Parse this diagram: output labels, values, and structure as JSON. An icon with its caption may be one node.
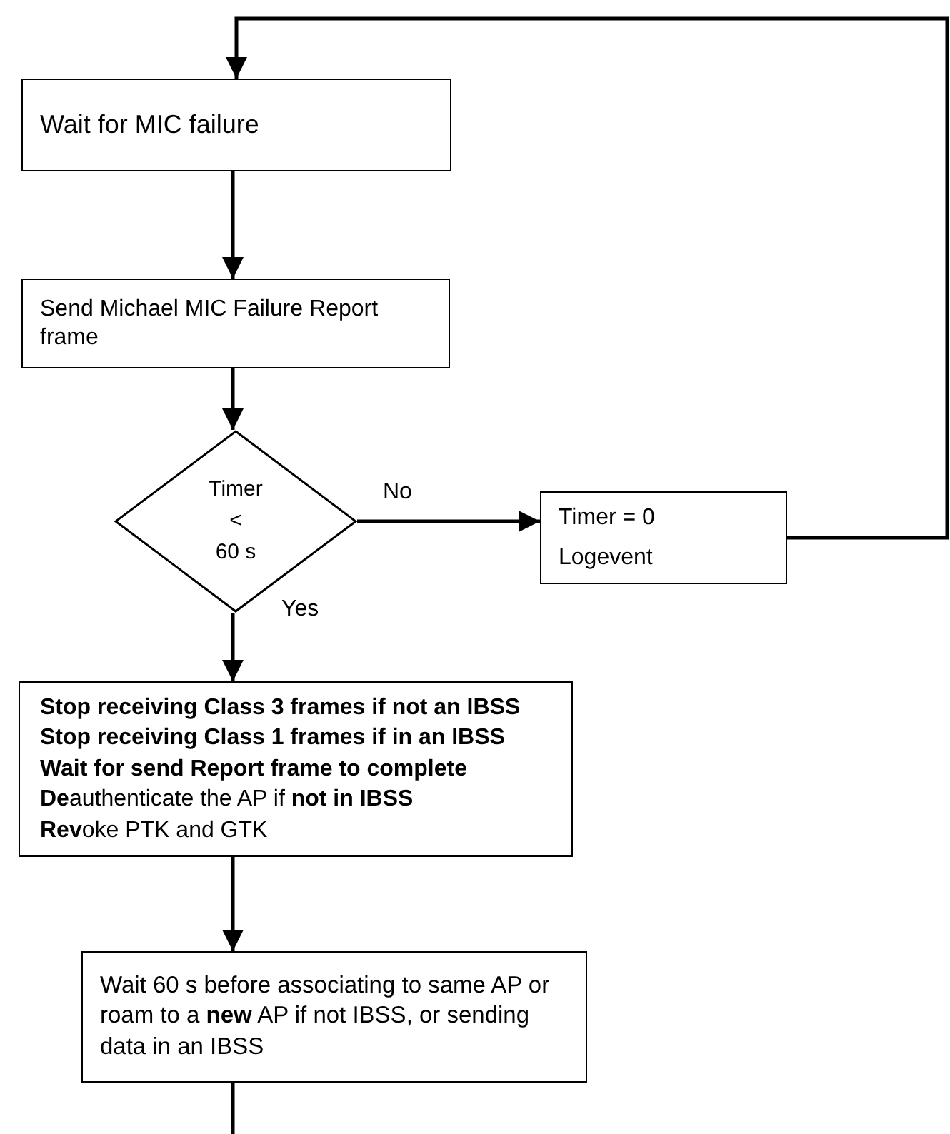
{
  "diagram": {
    "nodes": [
      {
        "text": [
          "Wait for MIC failure"
        ]
      },
      {
        "text": [
          "Send Michael MIC Failure Report frame"
        ]
      },
      {
        "text": [
          "Timer",
          "<",
          "60 s"
        ]
      },
      {
        "text": [
          "Timer = 0",
          "Logevent"
        ]
      },
      {
        "text": [
          "Stop receiving Class 3 frames if not an IBSS",
          "Stop receiving Class 1 frames if in an IBSS",
          "Wait for send Report frame to complete",
          "**De**authenticate the AP if **not in IBSS**",
          "**Rev**oke PTK and GTK"
        ]
      },
      {
        "text": [
          "Wait 60 s before associating to same AP or roam to a **new** AP if not IBSS, or sending data in an IBSS"
        ]
      }
    ],
    "edges": [
      {
        "from": 0,
        "to": 1,
        "arrow": "to"
      },
      {
        "from": 1,
        "to": 2,
        "arrow": "to"
      },
      {
        "from": 2,
        "to": 3,
        "arrow": "to",
        "label": "No"
      },
      {
        "from": 2,
        "to": 4,
        "arrow": "to",
        "label": "Yes"
      },
      {
        "from": 4,
        "to": 5,
        "arrow": "to"
      },
      {
        "from": 3,
        "to": 0,
        "arrow": "to"
      },
      {
        "from": 5,
        "to": null,
        "arrow": "none"
      }
    ]
  }
}
